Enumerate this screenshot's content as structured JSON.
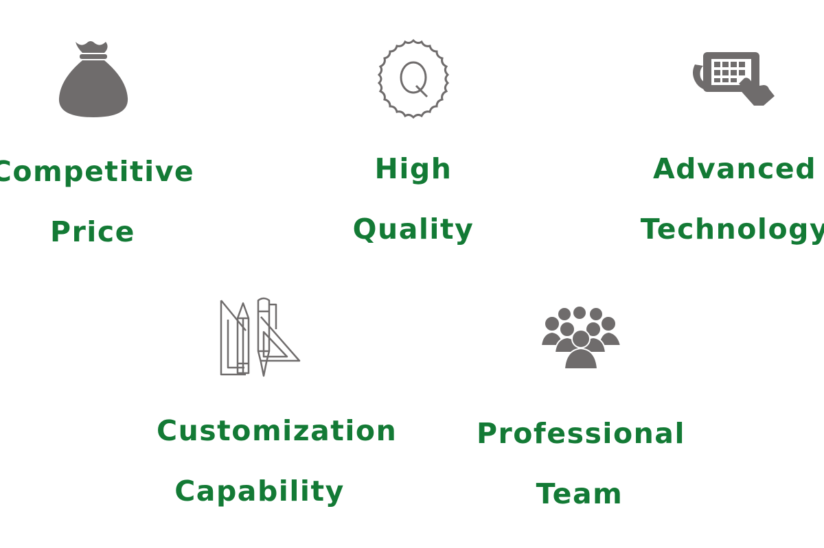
{
  "features": [
    {
      "icon": "money-bag-icon",
      "line1": "Competitive",
      "line2": "Price"
    },
    {
      "icon": "quality-badge-icon",
      "line1": "High",
      "line2": "Quality"
    },
    {
      "icon": "tablet-touch-icon",
      "line1": "Advanced",
      "line2": "Technology"
    },
    {
      "icon": "drafting-tools-icon",
      "line1": "Customization",
      "line2": "Capability"
    },
    {
      "icon": "team-icon",
      "line1": "Professional",
      "line2": "Team"
    }
  ],
  "colors": {
    "label": "#137a35",
    "icon": "#6f6c6c"
  }
}
